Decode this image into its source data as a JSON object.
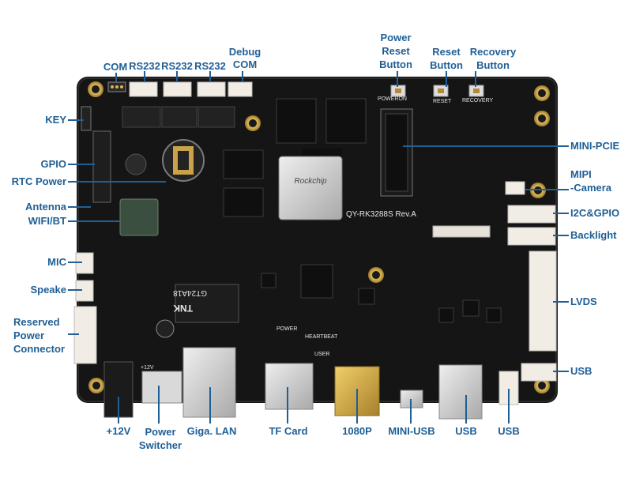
{
  "labels": {
    "com": "COM",
    "rs232_a": "RS232",
    "rs232_b": "RS232",
    "rs232_c": "RS232",
    "debug_com": "Debug\nCOM",
    "power_reset_button": "Power\nReset\nButton",
    "reset_button": "Reset\nButton",
    "recovery_button": "Recovery\nButton",
    "key": "KEY",
    "gpio": "GPIO",
    "rtc_power": "RTC Power",
    "antenna": "Antenna",
    "wifi_bt": "WIFI/BT",
    "mic": "MIC",
    "speaker": "Speake",
    "reserved_power_connector": "Reserved\nPower\nConnector",
    "mini_pcie": "MINI-PCIE",
    "mipi_camera": "MIPI\n-Camera",
    "i2c_gpio": "I2C&GPIO",
    "backlight": "Backlight",
    "lvds": "LVDS",
    "usb_right": "USB",
    "plus_12v": "+12V",
    "power_switcher": "Power\nSwitcher",
    "giga_lan": "Giga. LAN",
    "tf_card": "TF Card",
    "hdmi_1080p": "1080P",
    "mini_usb": "MINI-USB",
    "usb_bottom_a": "USB",
    "usb_bottom_b": "USB"
  },
  "board_text": {
    "model": "QY-RK3288S Rev.A",
    "soc_brand": "Rockchip",
    "lan_chip_brand": "TNK",
    "lan_chip_model": "GT24A18",
    "silk_poweron": "POWERON",
    "silk_reset": "RESET",
    "silk_recovery": "RECOVERY",
    "silk_power": "POWER",
    "silk_heartbeat": "HEARTBEAT",
    "silk_user": "USER",
    "silk_12v": "+12V"
  },
  "colors": {
    "label": "#1f5f96",
    "pcb": "#151515",
    "silkscreen": "#e6e6e6",
    "mounting_hole": "#c9a24a"
  }
}
